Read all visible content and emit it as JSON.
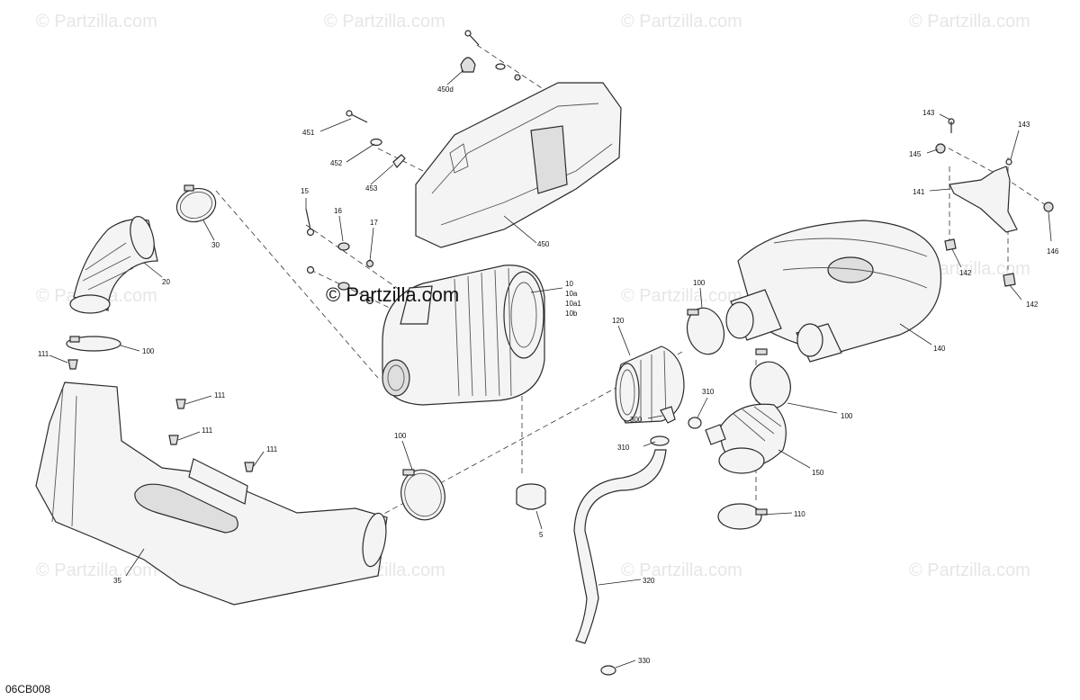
{
  "watermark": "© Partzilla.com",
  "center_watermark": "© Partzilla.com",
  "diagram_code": "06CB008",
  "callouts": {
    "c450d": "450d",
    "c451": "451",
    "c452": "452",
    "c453": "453",
    "c450": "450",
    "c15": "15",
    "c16": "16",
    "c17": "17",
    "c10": "10",
    "c10a": "10a",
    "c10a1": "10a1",
    "c10b": "10b",
    "c30": "30",
    "c20": "20",
    "c100a": "100",
    "c111a": "111",
    "c111b": "111",
    "c111c": "111",
    "c111d": "111",
    "c35": "35",
    "c100b": "100",
    "c5": "5",
    "c120": "120",
    "c100c": "100",
    "c100d": "100",
    "c140": "140",
    "c143a": "143",
    "c143b": "143",
    "c145": "145",
    "c141": "141",
    "c146": "146",
    "c142a": "142",
    "c142b": "142",
    "c310a": "310",
    "c300": "300",
    "c310b": "310",
    "c150": "150",
    "c110": "110",
    "c320": "320",
    "c330": "330"
  }
}
